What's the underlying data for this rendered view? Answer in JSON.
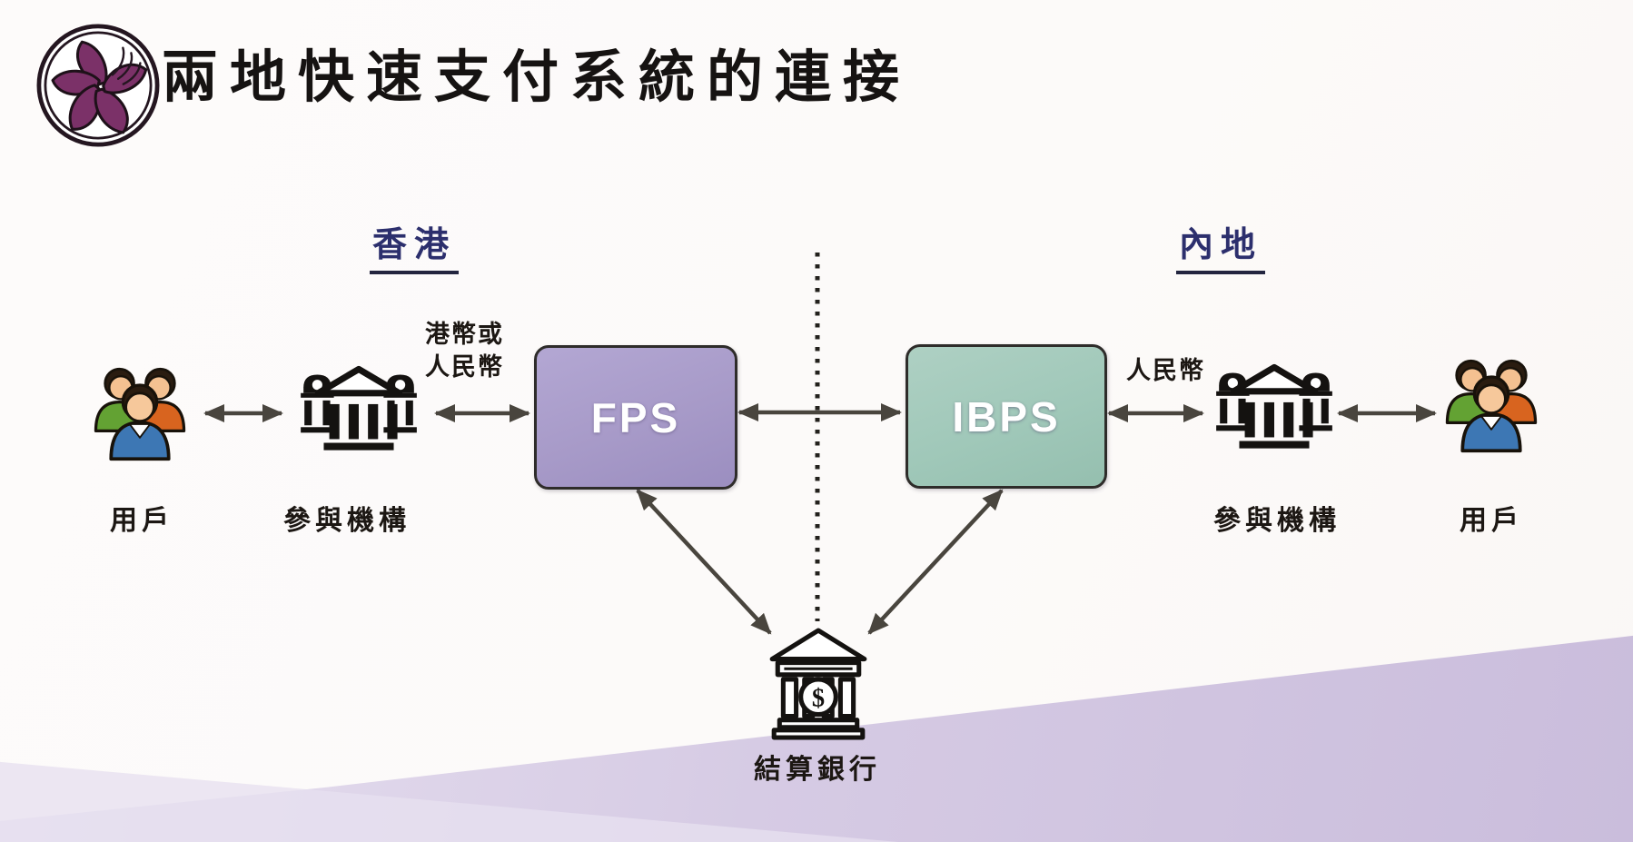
{
  "header": {
    "title": "兩地快速支付系統的連接",
    "logo": "hkma-bauhinia-logo"
  },
  "regions": {
    "hongkong": "香港",
    "mainland": "內地"
  },
  "nodes": {
    "users_left": "用戶",
    "participants_left": "參與機構",
    "fps": "FPS",
    "ibps": "IBPS",
    "participants_right": "參與機構",
    "users_right": "用戶",
    "settlement_bank": "結算銀行",
    "settlement_symbol": "$"
  },
  "edge_labels": {
    "currency_left_line1": "港幣或",
    "currency_left_line2": "人民幣",
    "currency_right": "人民幣"
  },
  "icons": {
    "left_users": "users-group-icon",
    "left_institutions": "bank-group-icon",
    "right_institutions": "bank-group-icon",
    "right_users": "users-group-icon",
    "settlement": "settlement-bank-dollar-icon",
    "divider": "dotted-boundary-line"
  },
  "colors": {
    "fps_fill": "#a79ac8",
    "ibps_fill": "#a0c8b9",
    "region_label": "#2c2f6d",
    "title_text": "#161312",
    "arrow": "#49453e",
    "wedge": "#cabddc",
    "logo_petal": "#7b3168"
  }
}
